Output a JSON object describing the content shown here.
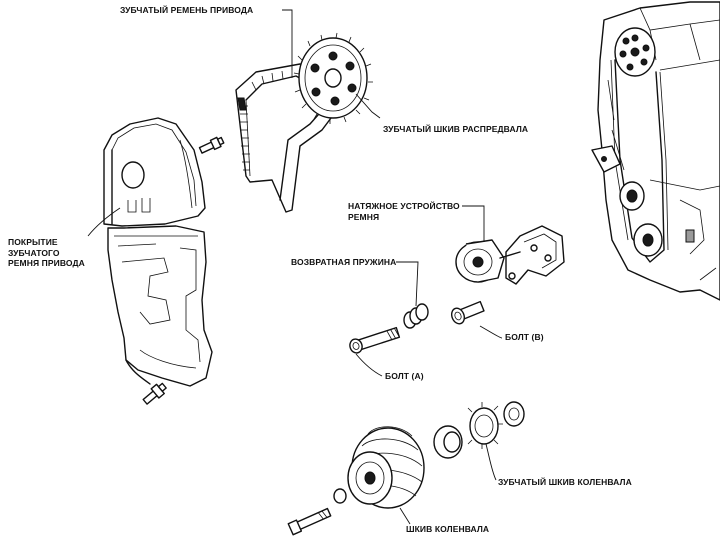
{
  "labels": {
    "timing_belt": "ЗУБЧАТЫЙ РЕМЕНЬ ПРИВОДА",
    "camshaft_pulley": "ЗУБЧАТЫЙ ШКИВ РАСПРЕДВАЛА",
    "cover_line1": "ПОКРЫТИЕ",
    "cover_line2": "ЗУБЧАТОГО",
    "cover_line3": "РЕМНЯ ПРИВОДА",
    "tensioner_line1": "НАТЯЖНОЕ УСТРОЙСТВО",
    "tensioner_line2": "РЕМНЯ",
    "return_spring": "ВОЗВРАТНАЯ ПРУЖИНА",
    "bolt_b": "БОЛТ (В)",
    "bolt_a": "БОЛТ (А)",
    "crank_sprocket": "ЗУБЧАТЫЙ ШКИВ КОЛЕНВАЛА",
    "crank_pulley": "ШКИВ КОЛЕНВАЛА"
  }
}
